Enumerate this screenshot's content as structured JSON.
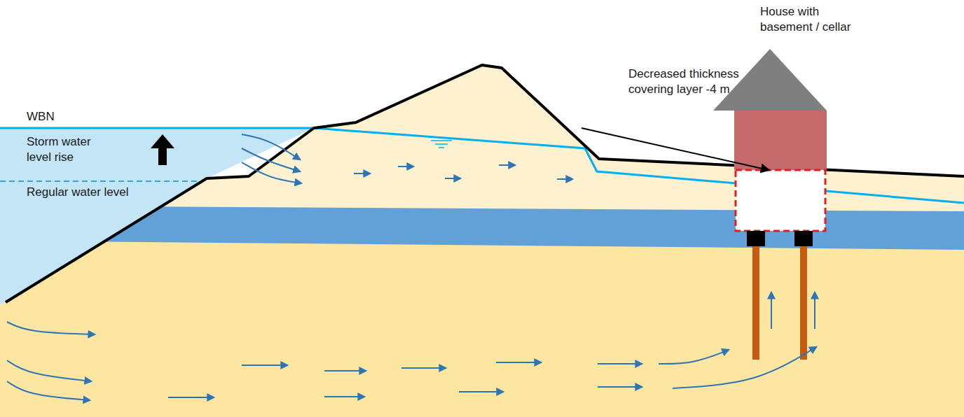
{
  "diagram": {
    "labels": [
      "WBN",
      "Storm water level rise",
      "Regular water level",
      "House with basement / cellar",
      "Decreased thickness covering layer -4 m"
    ]
  }
}
